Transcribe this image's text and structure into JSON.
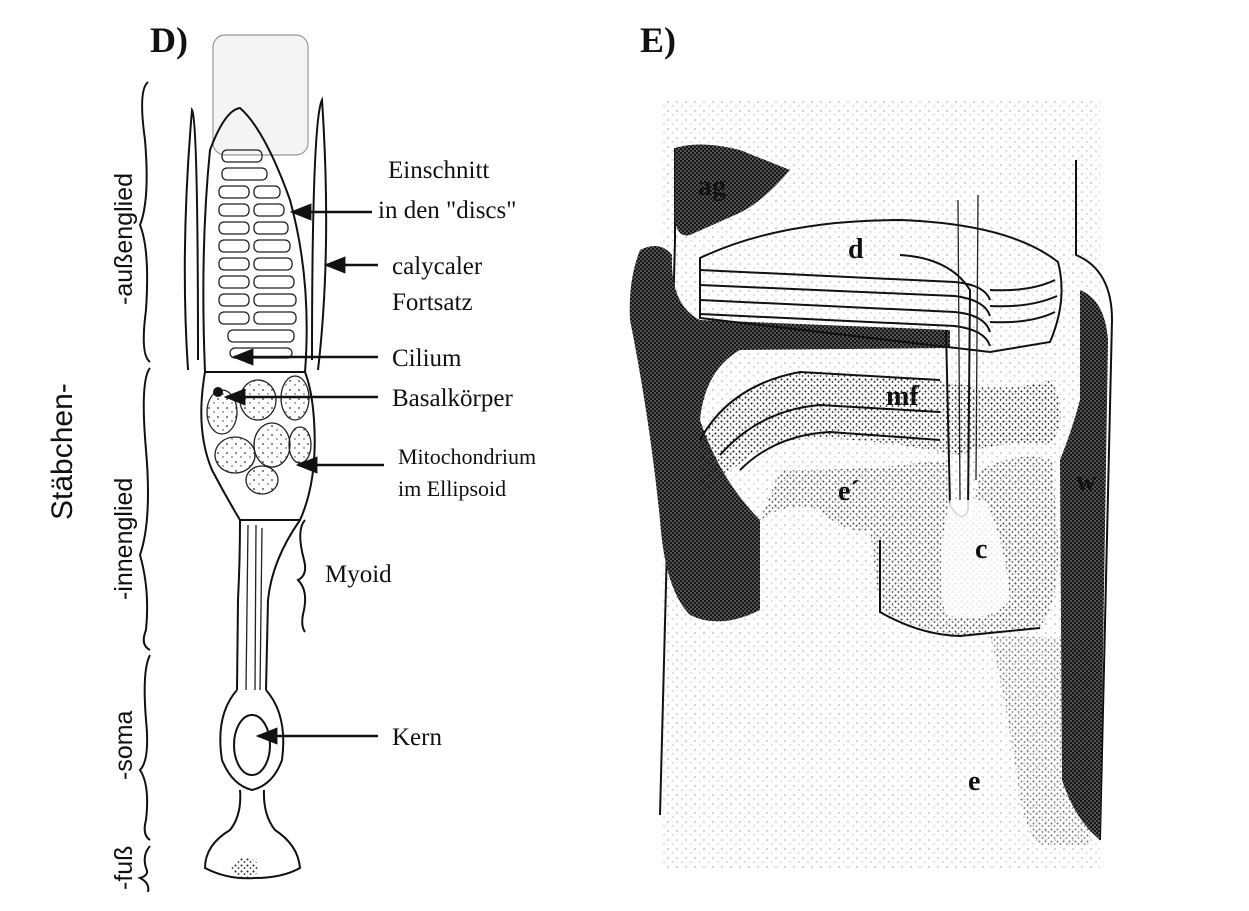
{
  "panels": {
    "d": {
      "label": "D)"
    },
    "e": {
      "label": "E)"
    }
  },
  "rod_vertical_title": "Stäbchen-",
  "segments": {
    "outer": "-außenglied",
    "inner": "-innenglied",
    "soma": "-soma",
    "foot": "-fuß"
  },
  "annotations_d": {
    "discs_line1": "Einschnitt",
    "discs_line2": "in den \"discs\"",
    "calycal_line1": "calycaler",
    "calycal_line2": "Fortsatz",
    "cilium": "Cilium",
    "basal_body": "Basalkörper",
    "mito_line1": "Mitochondrium",
    "mito_line2": "im Ellipsoid",
    "myoid": "Myoid",
    "nucleus": "Kern"
  },
  "annotations_e": {
    "ag": "ag",
    "d": "d",
    "mf": "mf",
    "e_prime": "e´",
    "w": "w",
    "c": "c",
    "e": "e"
  },
  "colors": {
    "ink": "#111111",
    "background": "#ffffff",
    "stipple": "#3a3a3a"
  }
}
